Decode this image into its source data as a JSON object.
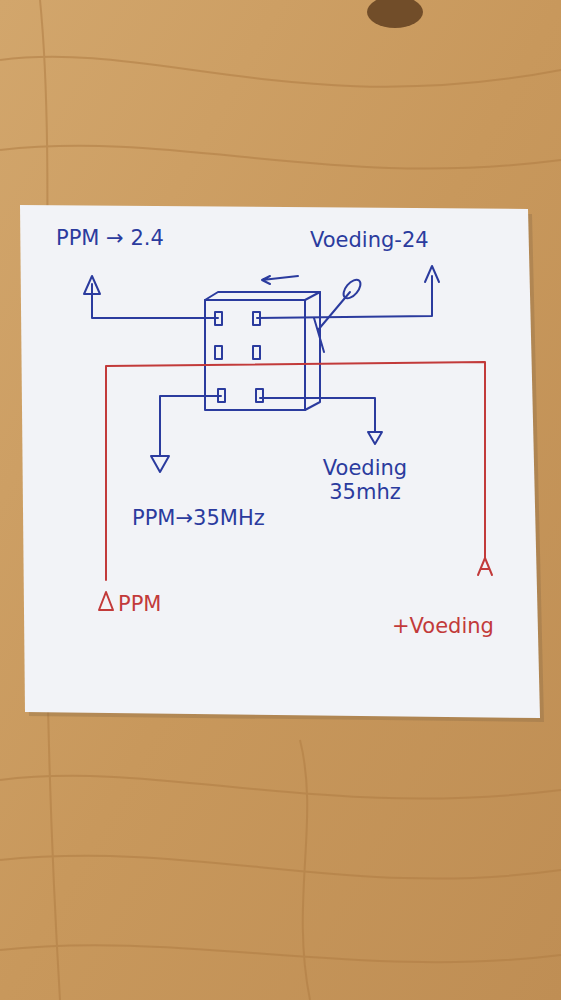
{
  "diagram": {
    "labels": [
      "PPM → 2.4",
      "Voeding-24",
      "PPM→35MHz",
      "Voeding 35mhz",
      "PPM",
      "+Voeding"
    ]
  }
}
